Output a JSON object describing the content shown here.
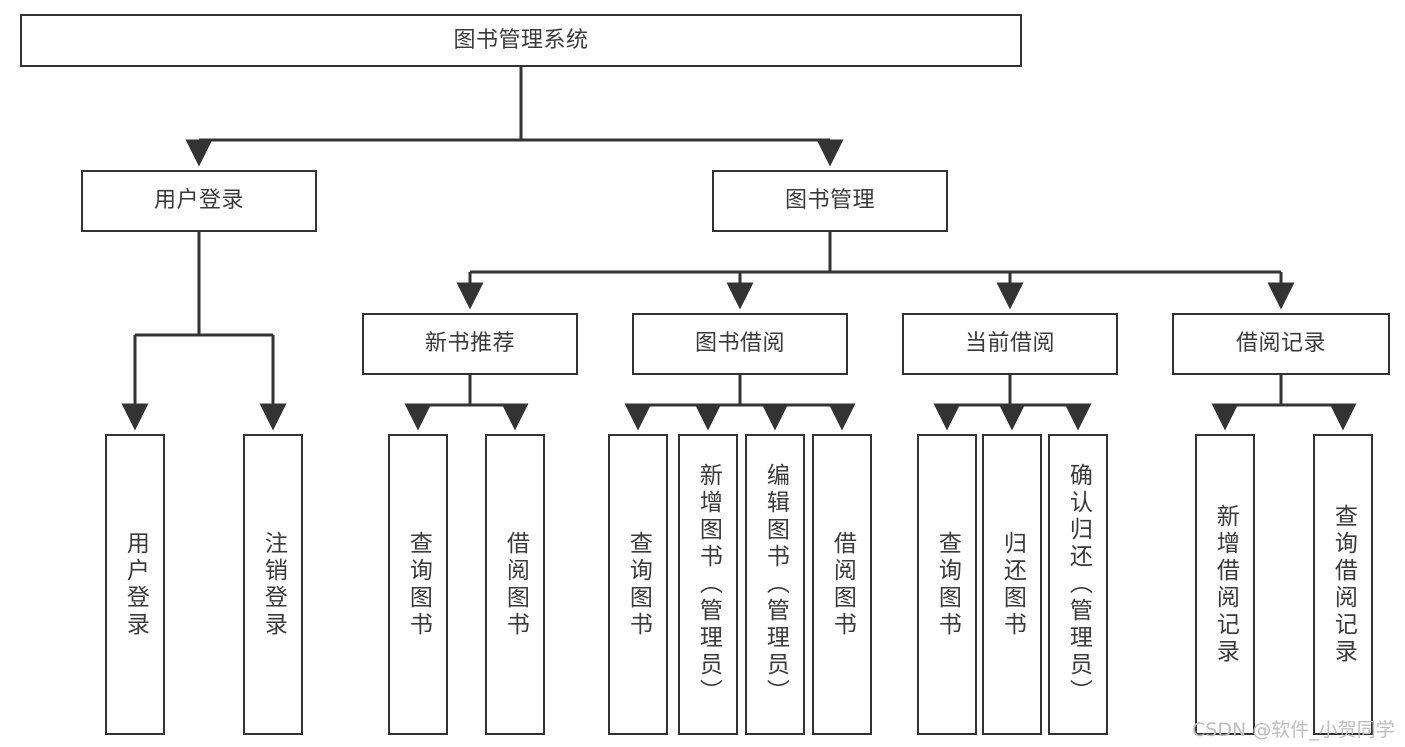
{
  "diagram": {
    "title": "图书管理系统",
    "type": "tree",
    "watermark": "CSDN @软件_小贺同学",
    "colors": {
      "box_border": "#333333",
      "box_fill": "#ffffff",
      "edge": "#333333",
      "text": "#3a3a3a",
      "watermark": "#bdbdbd"
    },
    "nodes": {
      "root": {
        "label": "图书管理系统"
      },
      "level2": [
        {
          "id": "user-login",
          "label": "用户登录"
        },
        {
          "id": "book-management",
          "label": "图书管理"
        }
      ],
      "level3": [
        {
          "id": "new-book-recommend",
          "label": "新书推荐"
        },
        {
          "id": "book-borrow",
          "label": "图书借阅"
        },
        {
          "id": "current-borrow",
          "label": "当前借阅"
        },
        {
          "id": "borrow-record",
          "label": "借阅记录"
        }
      ],
      "leaves": {
        "user_login": [
          {
            "id": "leaf-user-login",
            "label": "用户登录"
          },
          {
            "id": "leaf-logout-login",
            "label": "注销登录"
          }
        ],
        "new_book_recommend": [
          {
            "id": "leaf-query-book-1",
            "label": "查询图书"
          },
          {
            "id": "leaf-borrow-book-1",
            "label": "借阅图书"
          }
        ],
        "book_borrow": [
          {
            "id": "leaf-query-book-2",
            "label": "查询图书"
          },
          {
            "id": "leaf-add-book-admin",
            "label": "新增图书（管理员）"
          },
          {
            "id": "leaf-edit-book-admin",
            "label": "编辑图书（管理员）"
          },
          {
            "id": "leaf-borrow-book-2",
            "label": "借阅图书"
          }
        ],
        "current_borrow": [
          {
            "id": "leaf-query-book-3",
            "label": "查询图书"
          },
          {
            "id": "leaf-return-book",
            "label": "归还图书"
          },
          {
            "id": "leaf-confirm-return-admin",
            "label": "确认归还（管理员）"
          }
        ],
        "borrow_record": [
          {
            "id": "leaf-add-borrow-record",
            "label": "新增借阅记录"
          },
          {
            "id": "leaf-query-borrow-record",
            "label": "查询借阅记录"
          }
        ]
      }
    }
  }
}
